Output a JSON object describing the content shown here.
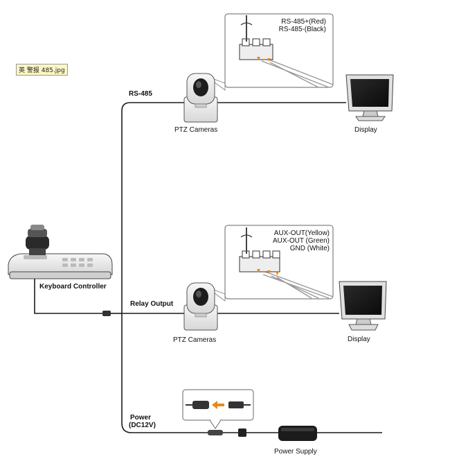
{
  "file_tag": "英 警报 485.jpg",
  "labels": {
    "rs485": "RS-485",
    "relay_output": "Relay Output",
    "power_line1": "Power",
    "power_line2": "(DC12V)",
    "keyboard_controller": "Keyboard Controller",
    "ptz_top": "PTZ Cameras",
    "ptz_bottom": "PTZ Cameras",
    "display_top": "Display",
    "display_bottom": "Display",
    "power_supply": "Power Supply"
  },
  "rs485_wires": [
    "RS-485+(Red)",
    "RS-485-(Black)"
  ],
  "aux_wires": [
    "AUX-OUT(Yellow)",
    "AUX-OUT (Green)",
    "GND (White)"
  ],
  "colors": {
    "line": "#1a1a1a",
    "arrow": "#e8891a",
    "device": "#e9e9e9",
    "outline": "#555555"
  }
}
